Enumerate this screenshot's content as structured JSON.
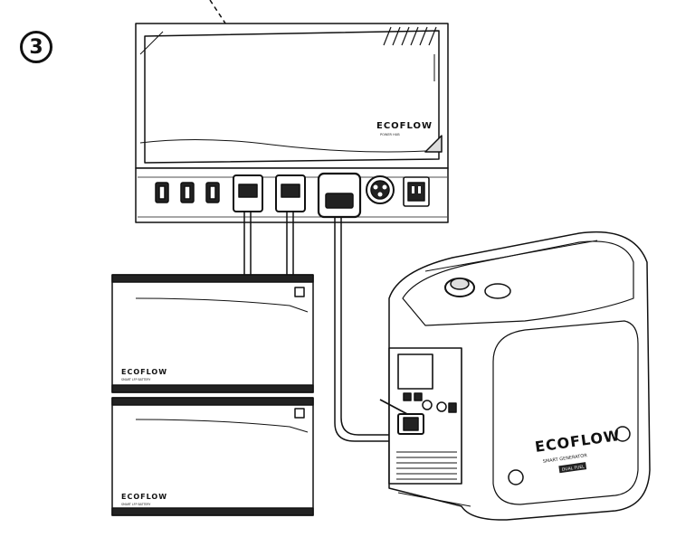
{
  "step": {
    "number": "3"
  },
  "power_kit": {
    "brand": "ECOFLOW",
    "subtitle": "POWER HUB"
  },
  "batteries": {
    "brand": "ECOFLOW",
    "subtitle": "SMART LFP BATTERY"
  },
  "generator": {
    "brand": "ECOFLOW",
    "subtitle": "SMART GENERATOR",
    "badge": "DUAL FUEL"
  },
  "colors": {
    "line": "#111111",
    "fill": "#ffffff",
    "shade": "#e6e6e6"
  }
}
